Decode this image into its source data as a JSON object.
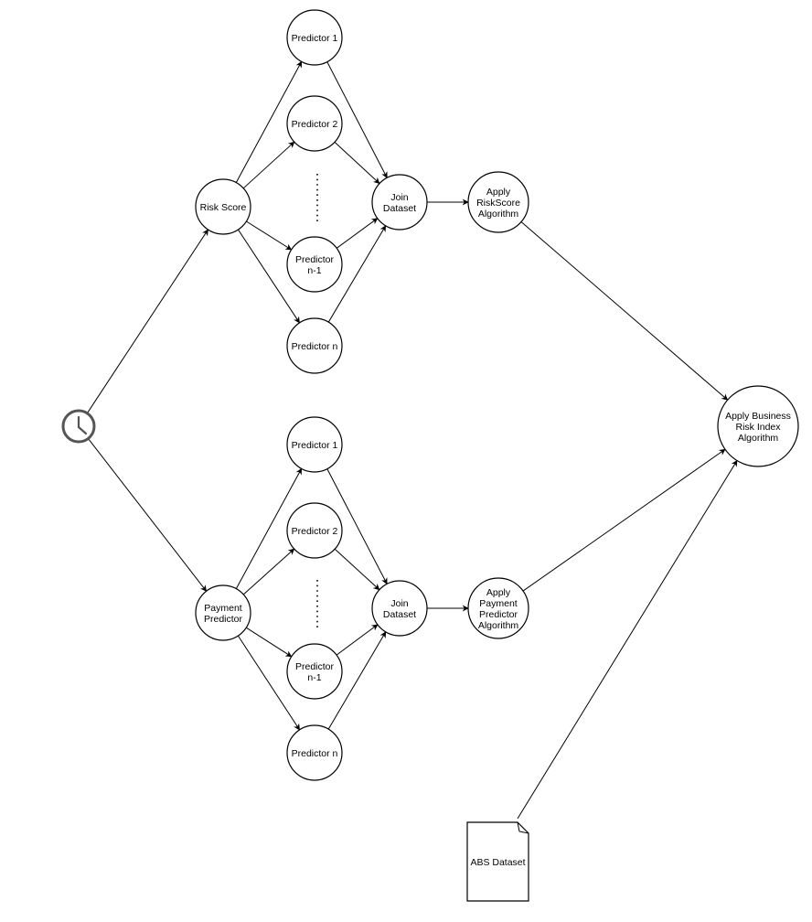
{
  "nodes": {
    "risk_score": {
      "label": [
        "Risk Score"
      ]
    },
    "payment_predictor": {
      "label": [
        "Payment",
        "Predictor"
      ]
    },
    "top_pred_1": {
      "label": [
        "Predictor 1"
      ]
    },
    "top_pred_2": {
      "label": [
        "Predictor 2"
      ]
    },
    "top_pred_n1": {
      "label": [
        "Predictor",
        "n-1"
      ]
    },
    "top_pred_n": {
      "label": [
        "Predictor n"
      ]
    },
    "bot_pred_1": {
      "label": [
        "Predictor 1"
      ]
    },
    "bot_pred_2": {
      "label": [
        "Predictor 2"
      ]
    },
    "bot_pred_n1": {
      "label": [
        "Predictor",
        "n-1"
      ]
    },
    "bot_pred_n": {
      "label": [
        "Predictor n"
      ]
    },
    "top_join": {
      "label": [
        "Join",
        "Dataset"
      ]
    },
    "bot_join": {
      "label": [
        "Join",
        "Dataset"
      ]
    },
    "apply_riskscore": {
      "label": [
        "Apply",
        "RiskScore",
        "Algorithm"
      ]
    },
    "apply_payment": {
      "label": [
        "Apply",
        "Payment",
        "Predictor",
        "Algorithm"
      ]
    },
    "apply_business": {
      "label": [
        "Apply Business",
        "Risk Index",
        "Algorithm"
      ]
    },
    "abs_dataset": {
      "label": [
        "ABS Dataset"
      ]
    }
  },
  "icons": {
    "trigger": "clock-icon"
  }
}
